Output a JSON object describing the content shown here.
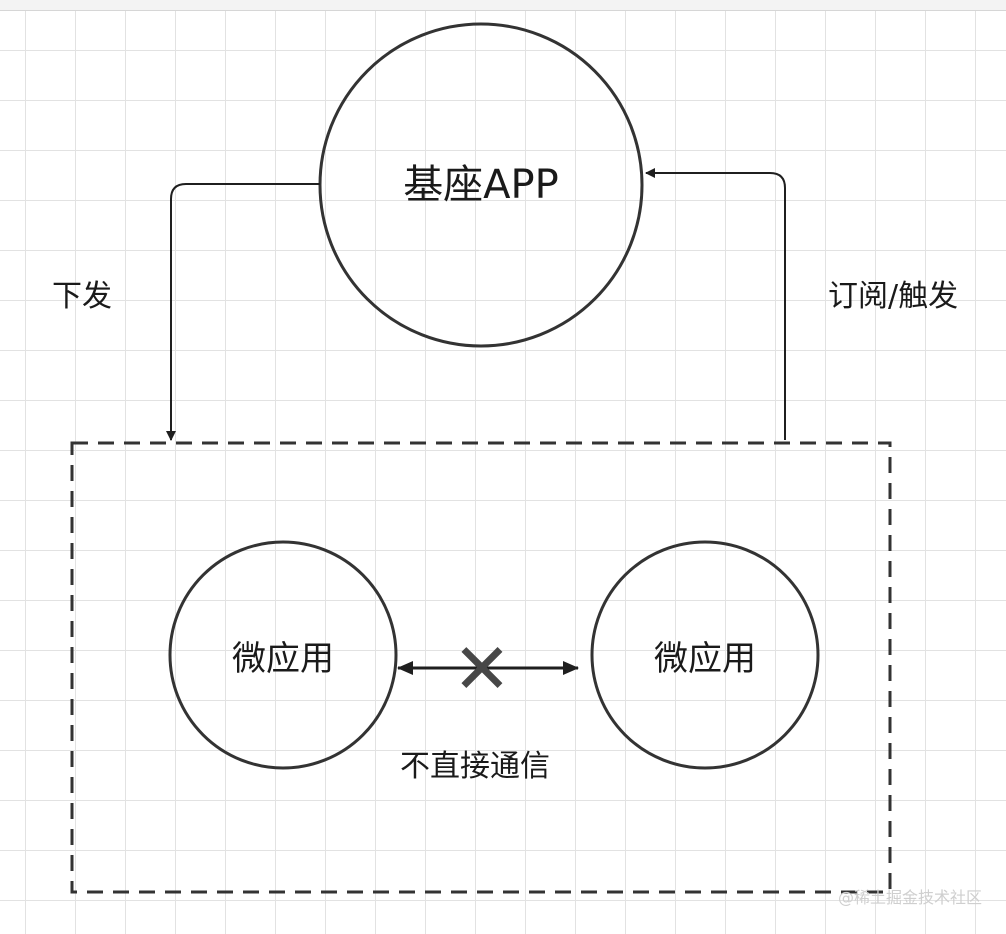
{
  "diagram": {
    "base_app": {
      "label": "基座APP"
    },
    "dispatch_edge": {
      "label": "下发"
    },
    "subscribe_edge": {
      "label": "订阅/触发"
    },
    "micro_app_left": {
      "label": "微应用"
    },
    "micro_app_right": {
      "label": "微应用"
    },
    "peer_edge": {
      "label": "不直接通信",
      "blocked_icon": "cross-icon"
    }
  },
  "watermark": {
    "text": "@稀土掘金技术社区"
  },
  "colors": {
    "stroke": "#333333",
    "text": "#1a1a1a",
    "grid": "#e2e2e2",
    "cross": "#474747"
  }
}
